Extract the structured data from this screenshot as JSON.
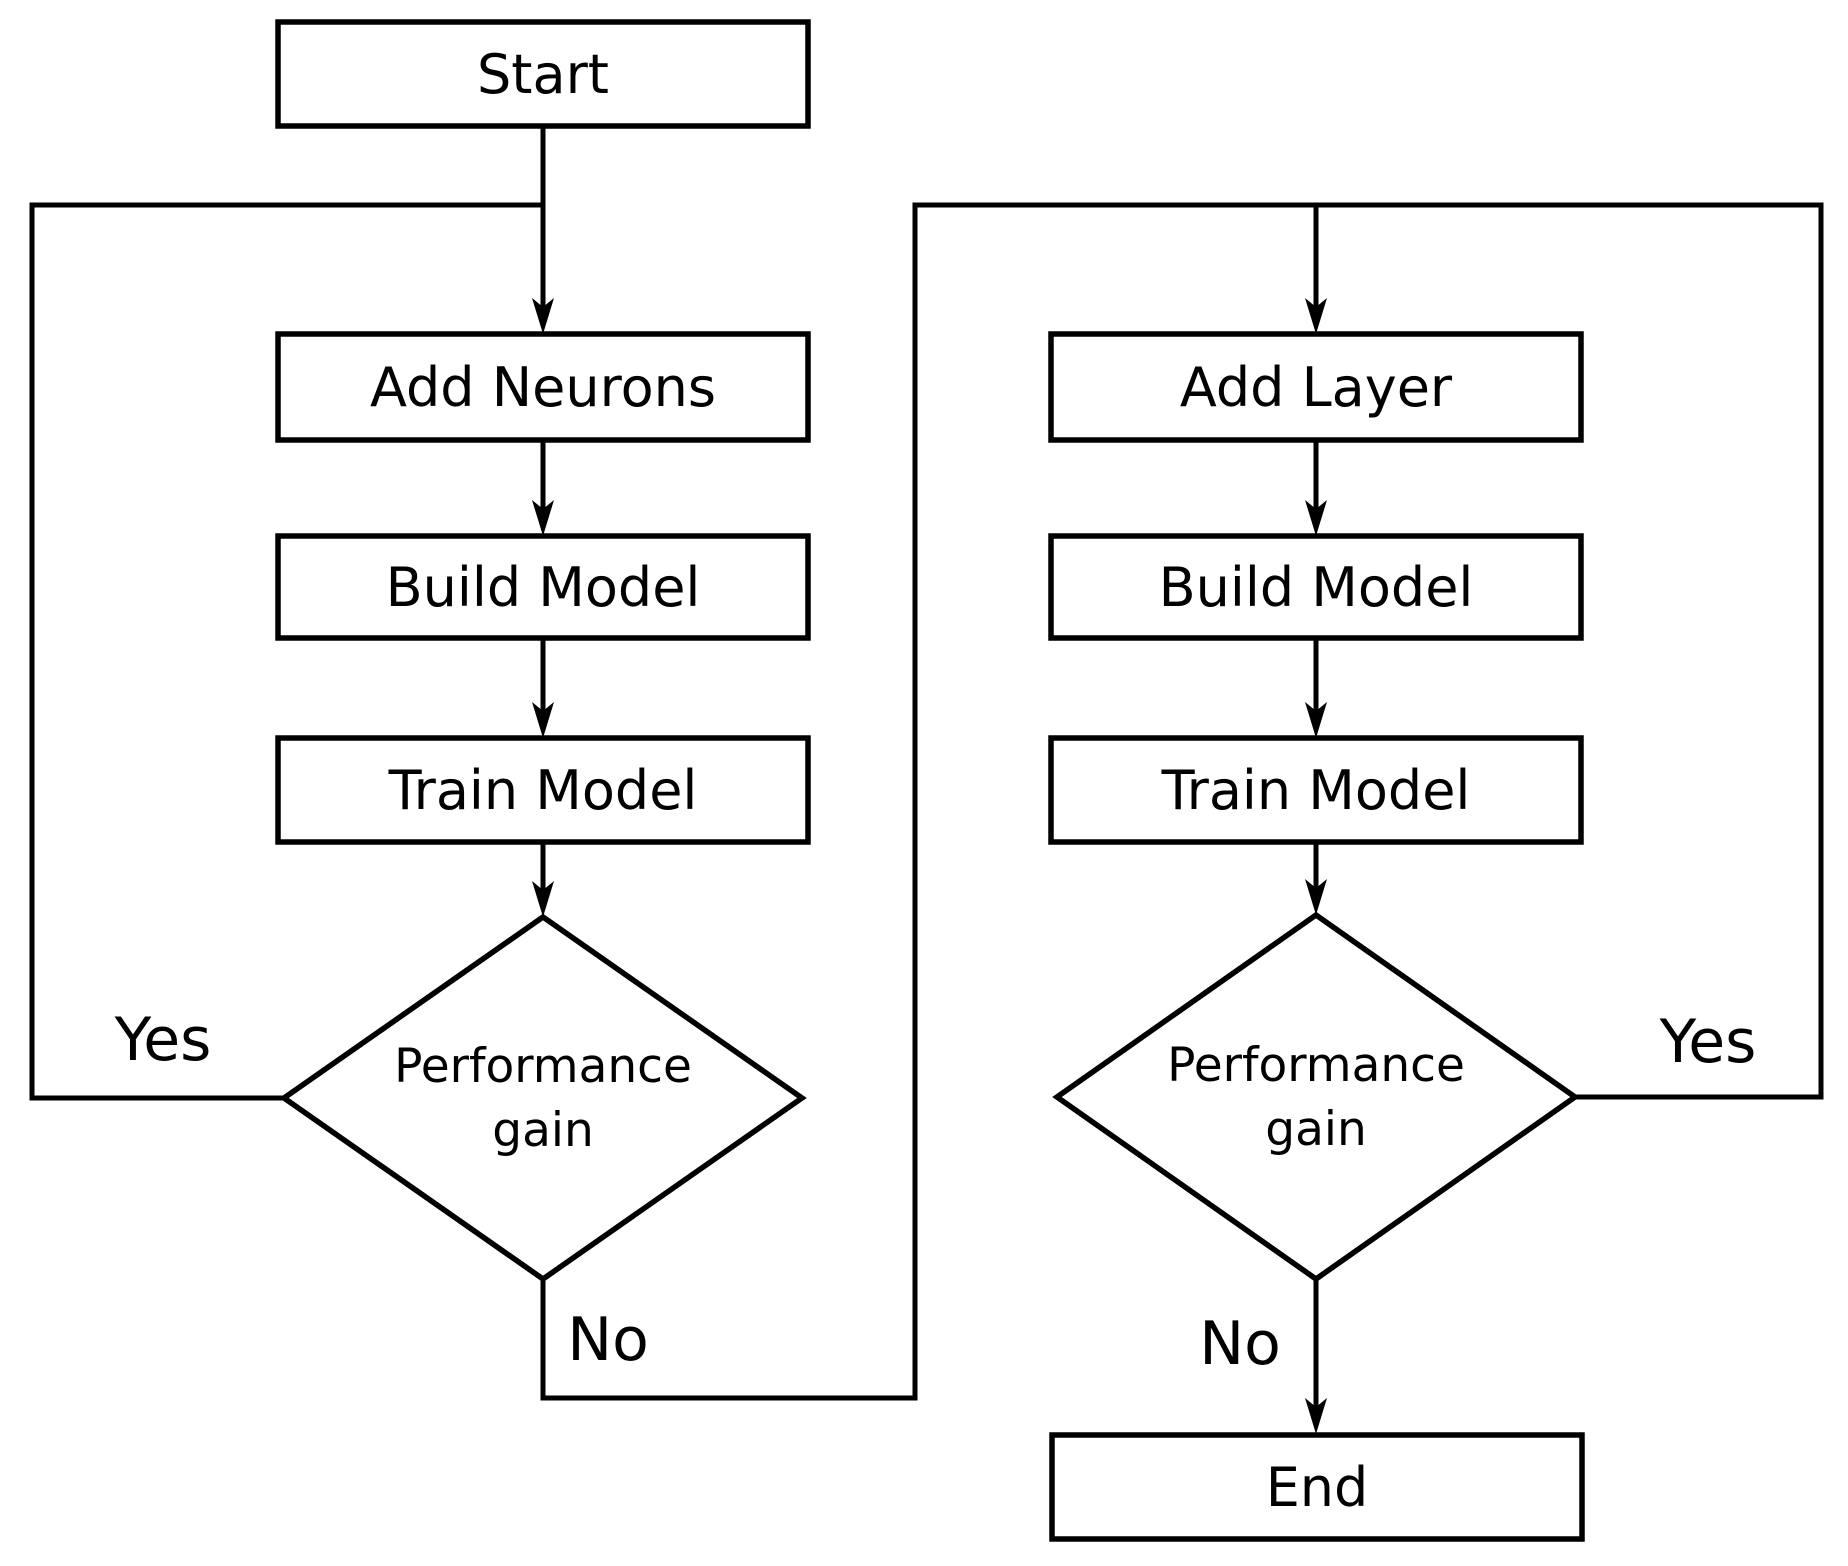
{
  "diagram": {
    "type": "flowchart",
    "colors": {
      "background": "#ffffff",
      "line": "#000000",
      "text": "#000000"
    },
    "nodes": {
      "start": {
        "label": "Start",
        "shape": "rect"
      },
      "add_neurons": {
        "label": "Add Neurons",
        "shape": "rect"
      },
      "build_model_left": {
        "label": "Build Model",
        "shape": "rect"
      },
      "train_model_left": {
        "label": "Train Model",
        "shape": "rect"
      },
      "decision_left": {
        "line1": "Performance",
        "line2": "gain",
        "shape": "diamond"
      },
      "add_layer": {
        "label": "Add Layer",
        "shape": "rect"
      },
      "build_model_right": {
        "label": "Build Model",
        "shape": "rect"
      },
      "train_model_right": {
        "label": "Train Model",
        "shape": "rect"
      },
      "decision_right": {
        "line1": "Performance",
        "line2": "gain",
        "shape": "diamond"
      },
      "end": {
        "label": "End",
        "shape": "rect"
      }
    },
    "edge_labels": {
      "yes_left": "Yes",
      "no_left": "No",
      "yes_right": "Yes",
      "no_right": "No"
    }
  }
}
